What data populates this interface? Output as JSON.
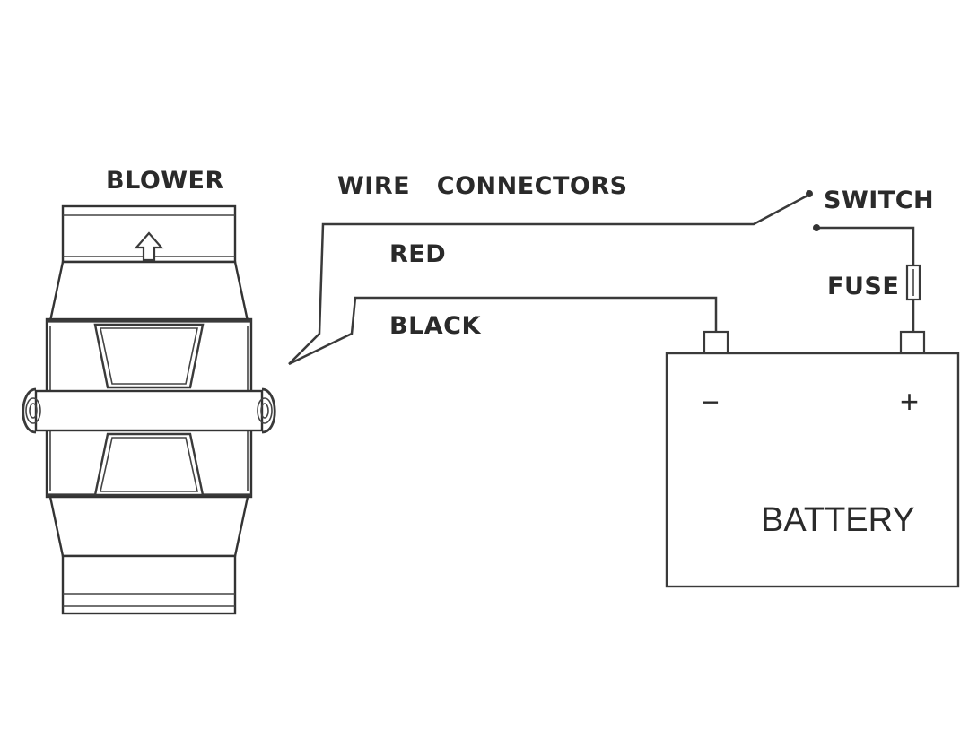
{
  "labels": {
    "blower": "BLOWER",
    "wire_connectors": "WIRE   CONNECTORS",
    "red": "RED",
    "black": "BLACK",
    "switch": "SWITCH",
    "fuse": "FUSE",
    "battery": "BATTERY",
    "negative": "−",
    "positive": "+"
  },
  "icons": {
    "airflow": "up-arrow-icon",
    "switch": "switch-icon",
    "fuse": "fuse-icon",
    "battery": "battery-icon"
  },
  "colors": {
    "line": "#3a3a3a",
    "text": "#2a2a2a",
    "background": "#ffffff"
  }
}
